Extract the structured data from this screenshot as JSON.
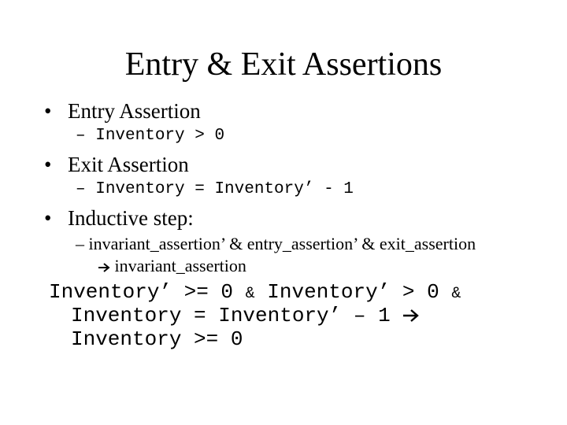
{
  "slide": {
    "title": "Entry & Exit Assertions",
    "bullets": [
      {
        "marker": "•",
        "label": "Entry Assertion",
        "sub": "Inventory > 0"
      },
      {
        "marker": "•",
        "label": "Exit Assertion",
        "sub": "Inventory = Inventory’ - 1"
      },
      {
        "marker": "•",
        "label": "Inductive step:",
        "sub_line1": "invariant_assertion’ & entry_assertion’ & exit_assertion",
        "sub_line2": "invariant_assertion"
      }
    ],
    "sub_marker": "–",
    "arrow_icon": "right-arrow-icon",
    "formula": {
      "line1_part1": "Inventory’ >= 0",
      "line1_amp1": "&",
      "line1_part2": "Inventory’ > 0",
      "line1_amp2": "&",
      "line2": "Inventory = Inventory’ – 1",
      "line3": "Inventory >= 0"
    }
  }
}
